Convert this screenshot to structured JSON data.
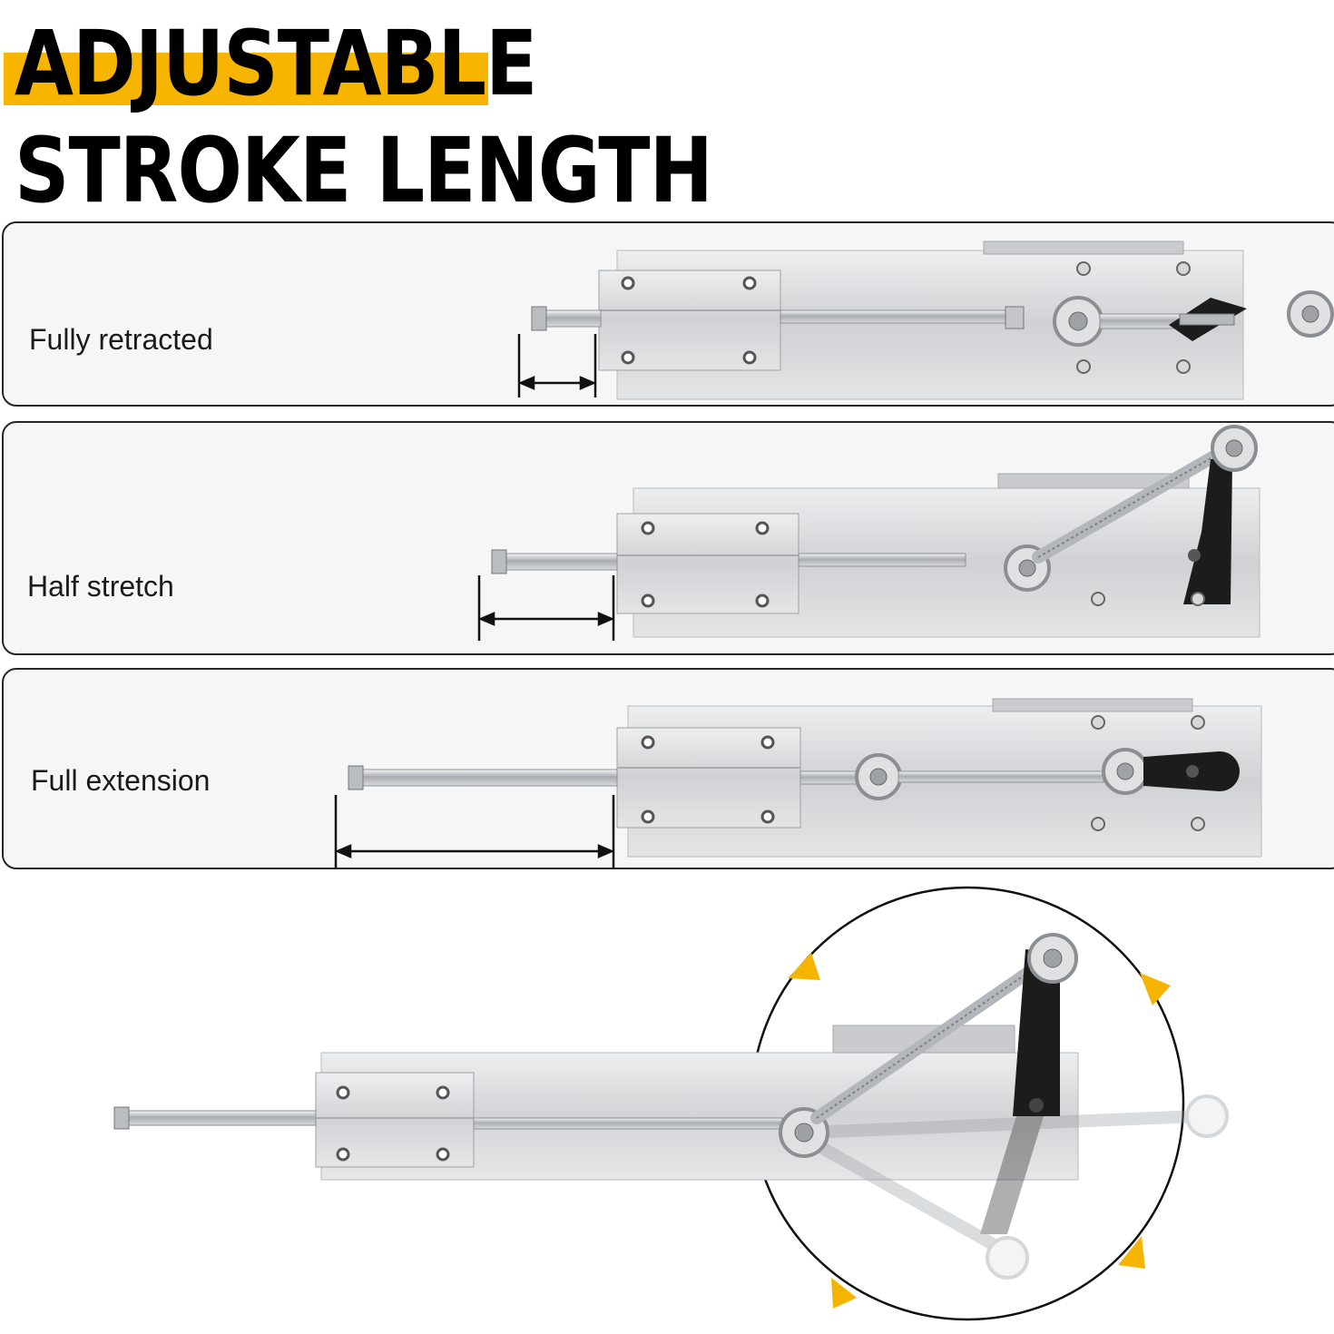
{
  "title": {
    "line1": "ADJUSTABLE",
    "line2": "STROKE LENGTH"
  },
  "panels": [
    {
      "label": "Fully retracted"
    },
    {
      "label": "Half stretch"
    },
    {
      "label": "Full extension"
    }
  ],
  "colors": {
    "accent_yellow": "#f7b500",
    "panel_background": "#f6f6f6",
    "aluminum": "#d9dadc",
    "linkage_black": "#1c1c1c",
    "rotation_arrow": "#f5b400"
  },
  "icons": {
    "rotation_arrows": "curved-arrow-triangle"
  }
}
